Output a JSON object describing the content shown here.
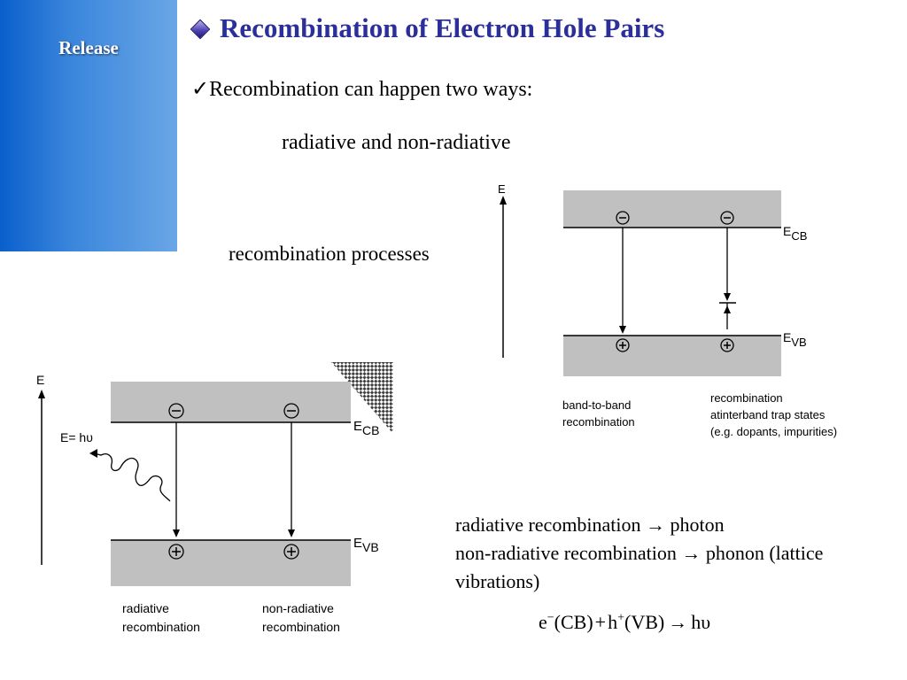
{
  "sidebar": {
    "label": "Release"
  },
  "slide": {
    "title": "Recombination of Electron Hole Pairs",
    "bullet": "Recombination can happen two ways:",
    "ways": "radiative and non-radiative",
    "processes_label": "recombination processes",
    "summary_line1": "radiative recombination → photon",
    "summary_line2": "non-radiative recombination → phonon (lattice",
    "summary_line3": "vibrations)",
    "equation": {
      "e": "e",
      "e_sup": "−",
      "cb": "(CB)",
      "plus": "+",
      "h": "h",
      "h_sup": "+",
      "vb": "(VB)",
      "arrow": "→",
      "hv": "hυ"
    }
  },
  "diagram_right": {
    "axis_label": "E",
    "cb_label_main": "E",
    "cb_label_sub": "CB",
    "vb_label_main": "E",
    "vb_label_sub": "VB",
    "electron_symbol": "−",
    "hole_symbol": "+",
    "caption_left_1": "band-to-band",
    "caption_left_2": "recombination",
    "caption_right_1": "recombination",
    "caption_right_2": "atinterband trap  states",
    "caption_right_3": "(e.g. dopants, impurities)"
  },
  "diagram_left": {
    "axis_label": "E",
    "photon_label": "E= hυ",
    "cb_label_main": "E",
    "cb_label_sub": "CB",
    "vb_label_main": "E",
    "vb_label_sub": "VB",
    "electron_symbol": "−",
    "hole_symbol": "+",
    "caption_left_1": "radiative",
    "caption_left_2": "recombination",
    "caption_right_1": "non-radiative",
    "caption_right_2": "recombination"
  },
  "colors": {
    "band_fill": "#c0c0c0",
    "title": "#2b2f9a",
    "sidebar": "#2f7fd8"
  }
}
